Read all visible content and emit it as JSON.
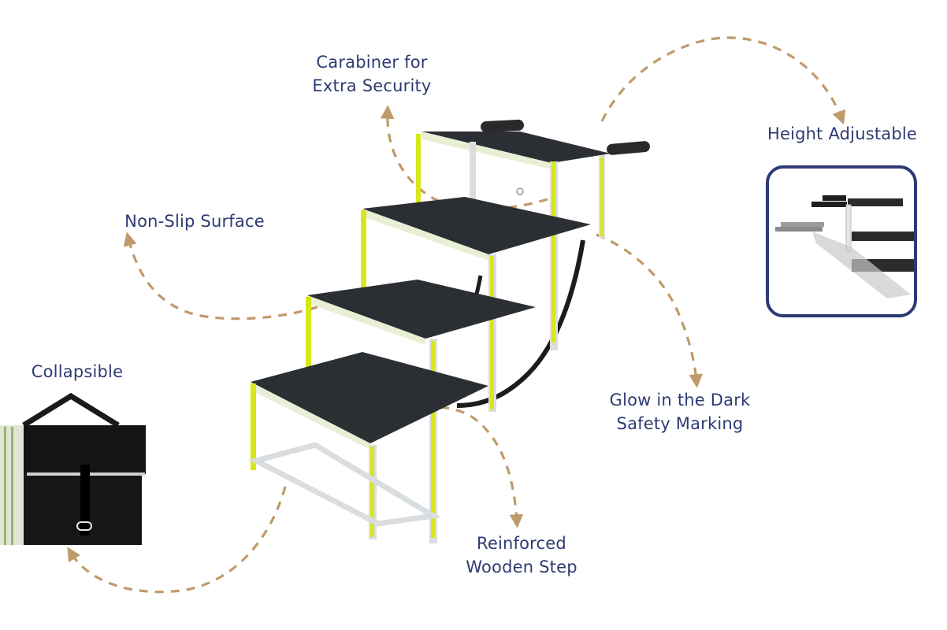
{
  "colors": {
    "label_text": "#2e3a73",
    "arrow": "#c09a6b",
    "frame_border": "#2e3a73",
    "step_surface": "#2b2e33",
    "frame_metal": "#d9dde0",
    "glow_marking": "#d8e61a"
  },
  "features": [
    {
      "id": "carabiner",
      "lines": [
        "Carabiner for",
        "Extra Security"
      ]
    },
    {
      "id": "height",
      "lines": [
        "Height Adjustable"
      ]
    },
    {
      "id": "nonslip",
      "lines": [
        "Non-Slip Surface"
      ]
    },
    {
      "id": "collapsible",
      "lines": [
        "Collapsible"
      ]
    },
    {
      "id": "glow",
      "lines": [
        "Glow in the Dark",
        "Safety Marking"
      ]
    },
    {
      "id": "wooden",
      "lines": [
        "Reinforced",
        "Wooden Step"
      ]
    }
  ],
  "images": {
    "main": "folding-pet-stairs-4-step",
    "height_inset": "stairs-height-adjustment-view",
    "collapsible_inset": "folded-stairs-with-carry-strap"
  }
}
